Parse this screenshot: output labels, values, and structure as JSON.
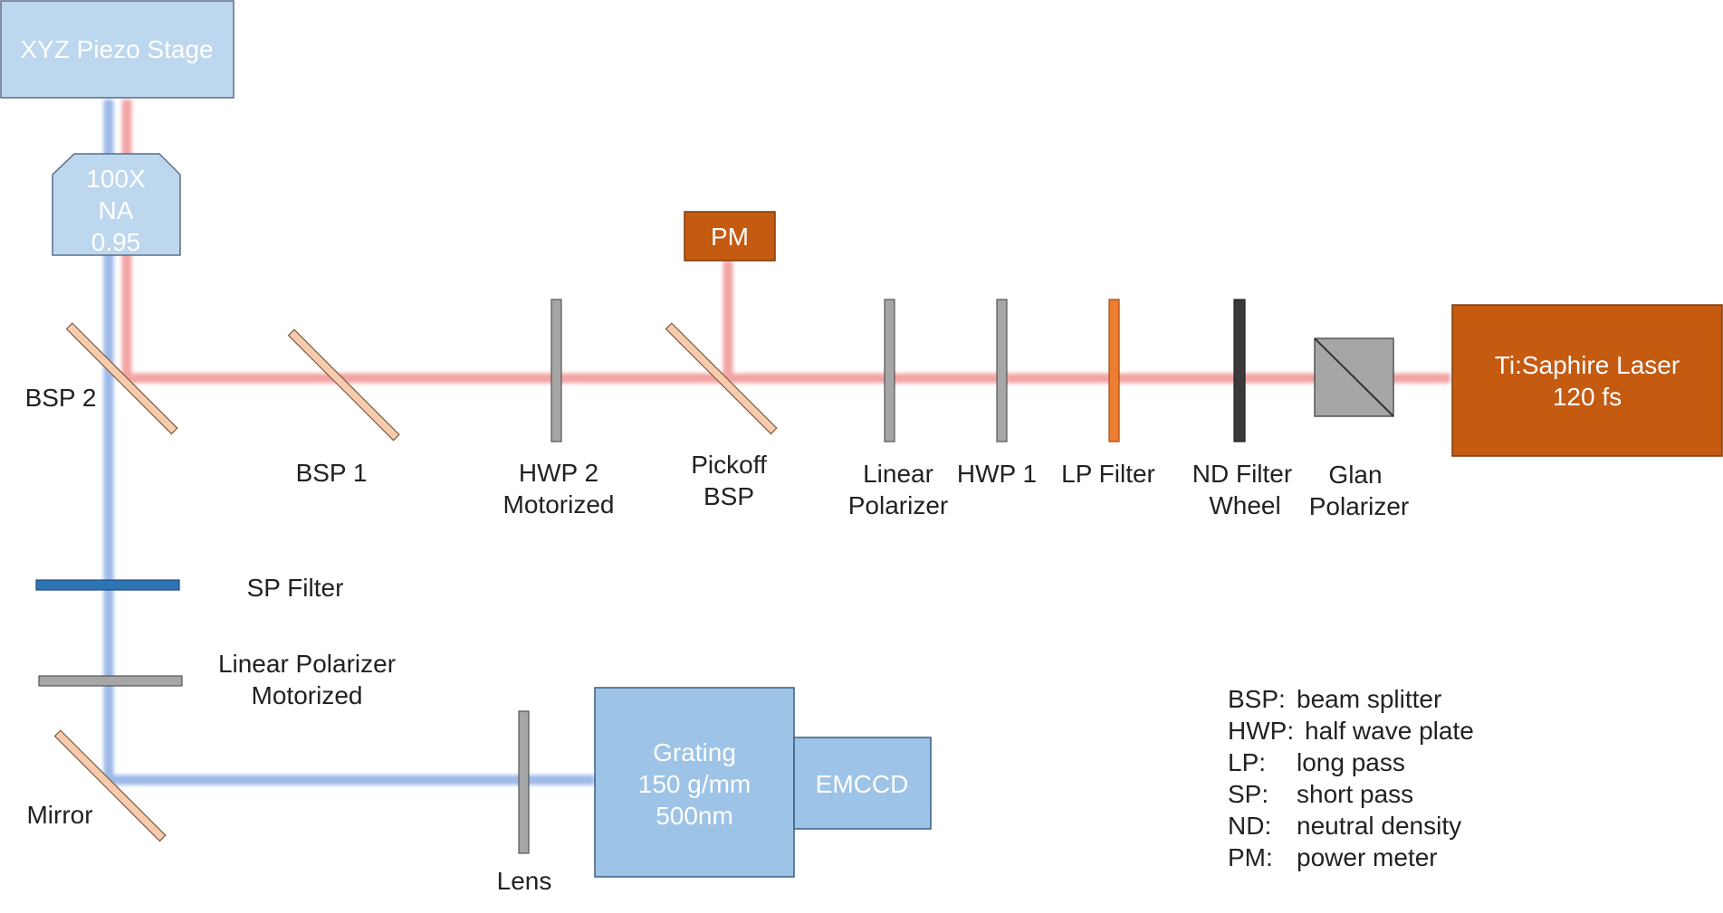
{
  "colors": {
    "red_beam": "#f3a4a4",
    "blue_beam": "#9db9e8",
    "light_blue_box": "#bdd7ee",
    "light_blue_stroke": "#5a6f88",
    "blue_box": "#9dc3e6",
    "orange_box": "#c55a11",
    "splitter": "#f8cbad",
    "gray_plate": "#a6a6a6",
    "dark_plate": "#3a3a3a",
    "lp_filter": "#ed7d31",
    "sp_filter": "#2e75b6"
  },
  "components": {
    "stage": {
      "label": "XYZ Piezo Stage"
    },
    "objective": {
      "lines": [
        "100X",
        "NA",
        "0.95"
      ]
    },
    "power_meter": {
      "label": "PM"
    },
    "laser": {
      "lines": [
        "Ti:Saphire Laser",
        "120 fs"
      ]
    },
    "grating": {
      "lines": [
        "Grating",
        "150 g/mm",
        "500nm"
      ]
    },
    "emccd": {
      "label": "EMCCD"
    }
  },
  "labels": {
    "bsp2": [
      "BSP 2"
    ],
    "bsp1": [
      "BSP 1"
    ],
    "hwp2": [
      "HWP 2",
      "Motorized"
    ],
    "pickoff": [
      "Pickoff",
      "BSP"
    ],
    "linear_polarizer": [
      "Linear",
      "Polarizer"
    ],
    "hwp1": [
      "HWP 1"
    ],
    "lp_filter": [
      "LP Filter"
    ],
    "nd_filter": [
      "ND Filter",
      "Wheel"
    ],
    "glan": [
      "Glan",
      "Polarizer"
    ],
    "sp_filter": [
      "SP Filter"
    ],
    "linear_polarizer_motorized": [
      "Linear Polarizer",
      "Motorized"
    ],
    "mirror": [
      "Mirror"
    ],
    "lens": [
      "Lens"
    ]
  },
  "legend": [
    {
      "abbr": "BSP:",
      "meaning": "beam splitter"
    },
    {
      "abbr": "HWP:",
      "meaning": "half wave plate"
    },
    {
      "abbr": "LP:",
      "meaning": "long pass"
    },
    {
      "abbr": "SP:",
      "meaning": "short pass"
    },
    {
      "abbr": "ND:",
      "meaning": "neutral density"
    },
    {
      "abbr": "PM:",
      "meaning": "power meter"
    }
  ]
}
